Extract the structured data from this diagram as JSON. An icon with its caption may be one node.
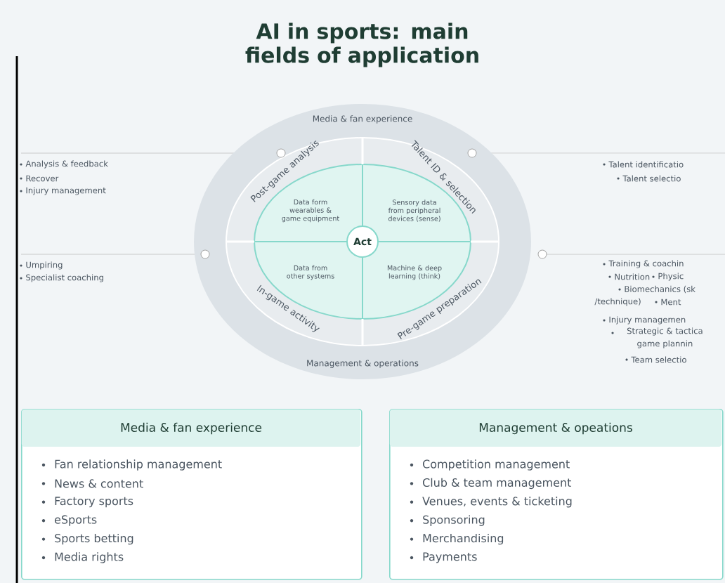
{
  "diagram": {
    "title": "AI in sports: main fields of application",
    "nodes": [
      {
        "text": [
          "Media & fan experience",
          "Management & operations"
        ]
      },
      {
        "text": [
          "Post-game analysis"
        ],
        "in": 0
      },
      {
        "text": [
          "Talent ID & selection"
        ],
        "in": 0
      },
      {
        "text": [
          "In-game activity"
        ],
        "in": 0
      },
      {
        "text": [
          "Pre-game preparation"
        ],
        "in": 0
      },
      {
        "text": [
          "Data form wearables & game equipment"
        ],
        "in": 0
      },
      {
        "text": [
          "Sensory data from peripheral devices (sense)"
        ],
        "in": 0
      },
      {
        "text": [
          "Data from other systems"
        ],
        "in": 0
      },
      {
        "text": [
          "Machine & deep learning (think)"
        ],
        "in": 0
      },
      {
        "text": [
          "Act"
        ],
        "in": 0
      },
      {
        "text": [
          "Media & fan experience",
          "Fan relationship management",
          "News & content",
          "Factory sports",
          "eSports",
          "Sports betting",
          "Media rights"
        ]
      },
      {
        "text": [
          "Management & opeations",
          "Competition management",
          "Club & team management",
          "Venues, events & ticketing",
          "Sponsoring",
          "Merchandising",
          "Payments"
        ]
      }
    ],
    "edges": [],
    "labels": [
      "Analysis & feedback",
      "Recover",
      "Injury management",
      "Umpiring",
      "Specialist coaching",
      "Talent identificatio",
      "Talent selectio",
      "Training & coachin",
      "Nutrition",
      "Physic",
      "Biomechanics (sk",
      "/technique)",
      "Ment",
      "Injury managemen",
      "Strategic & tactica game plannin",
      "Team selectio"
    ]
  }
}
